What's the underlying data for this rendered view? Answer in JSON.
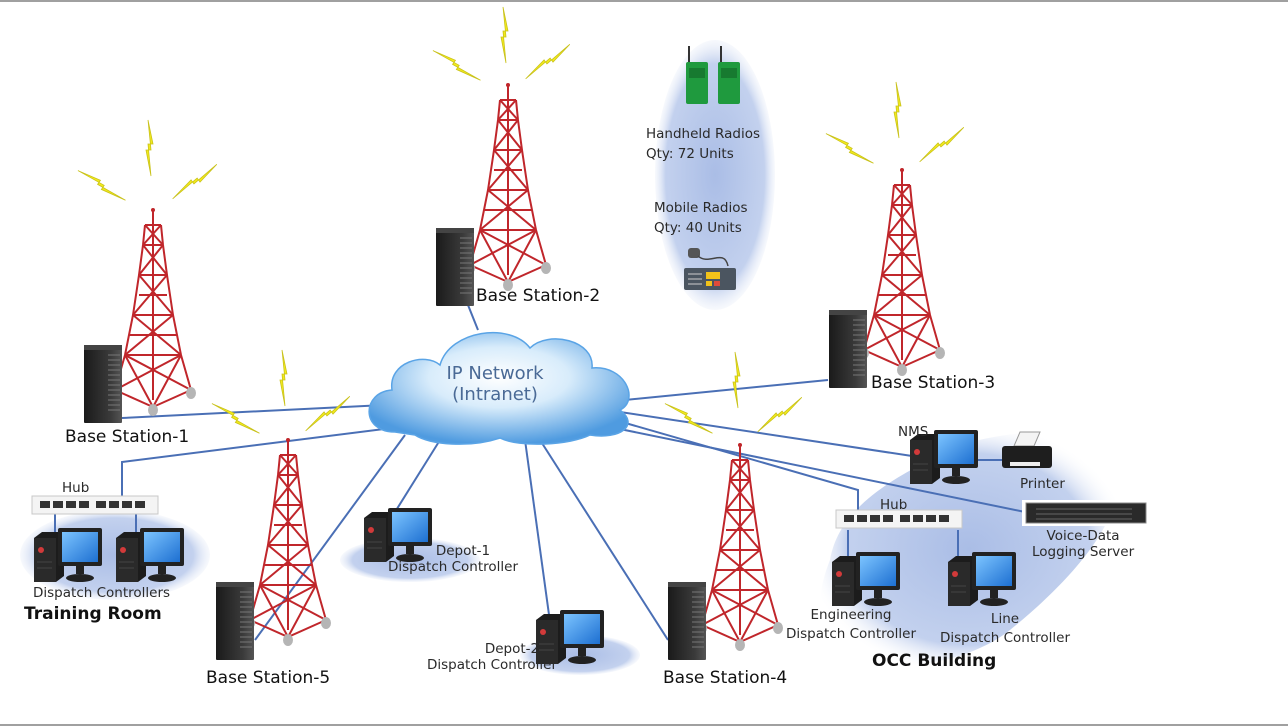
{
  "diagram": {
    "title": "Radio Communication Network Topology",
    "network": {
      "line1": "IP Network",
      "line2": "(Intranet)",
      "icon": "cloud-icon"
    },
    "base_stations": [
      {
        "id": "bs1",
        "label": "Base Station-1",
        "icons": [
          "radio-tower-icon",
          "server-rack-icon",
          "signal-bolt-icon"
        ]
      },
      {
        "id": "bs2",
        "label": "Base Station-2",
        "icons": [
          "radio-tower-icon",
          "server-rack-icon",
          "signal-bolt-icon"
        ]
      },
      {
        "id": "bs3",
        "label": "Base Station-3",
        "icons": [
          "radio-tower-icon",
          "server-rack-icon",
          "signal-bolt-icon"
        ]
      },
      {
        "id": "bs4",
        "label": "Base Station-4",
        "icons": [
          "radio-tower-icon",
          "server-rack-icon",
          "signal-bolt-icon"
        ]
      },
      {
        "id": "bs5",
        "label": "Base Station-5",
        "icons": [
          "radio-tower-icon",
          "server-rack-icon",
          "signal-bolt-icon"
        ]
      }
    ],
    "radios": {
      "handheld": {
        "label": "Handheld Radios",
        "qty": "Qty: 72 Units",
        "icon": "handheld-radio-icon"
      },
      "mobile": {
        "label": "Mobile Radios",
        "qty": "Qty: 40 Units",
        "icon": "mobile-radio-icon"
      }
    },
    "training_room": {
      "title": "Training Room",
      "hub_label": "Hub",
      "computers_label": "Dispatch Controllers"
    },
    "depots": [
      {
        "line1": "Depot-1",
        "line2": "Dispatch Controller"
      },
      {
        "line1": "Depot-2",
        "line2": "Dispatch Controller"
      }
    ],
    "occ": {
      "title": "OCC Building",
      "nms_label": "NMS",
      "printer_label": "Printer",
      "hub_label": "Hub",
      "logging_server_line1": "Voice-Data",
      "logging_server_line2": "Logging Server",
      "engineering_line1": "Engineering",
      "engineering_line2": "Dispatch Controller",
      "line_line1": "Line",
      "line_line2": "Dispatch Controller"
    },
    "colors": {
      "link": "#4a6fb5",
      "tower": "#c0262b",
      "bolt": "#f2ea1c",
      "cloud": "#5aa4e6",
      "zone": "#b7c9ea",
      "radio": "#1f9a3e"
    }
  }
}
